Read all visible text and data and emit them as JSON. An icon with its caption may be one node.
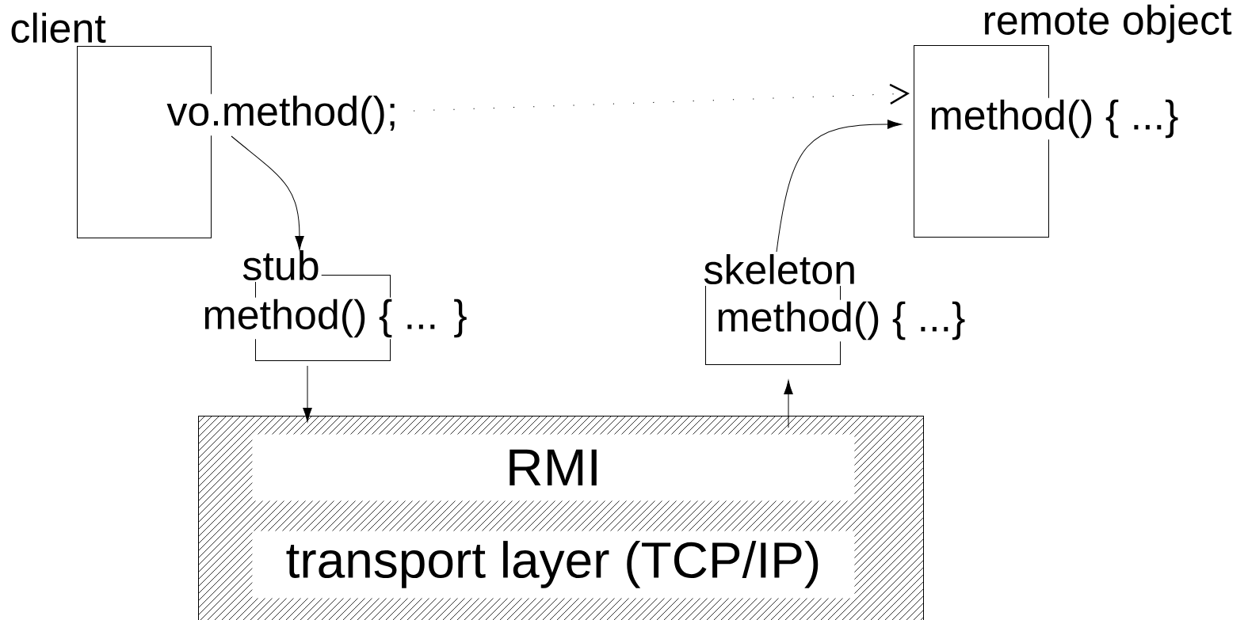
{
  "diagram": {
    "nodes": [
      {
        "text": [
          "client",
          "vo.method();"
        ]
      },
      {
        "text": [
          "remote object",
          "method() { ...}"
        ]
      },
      {
        "text": [
          "stub",
          "method() { ... }"
        ]
      },
      {
        "text": [
          "skeleton",
          "method()  { ...}"
        ]
      },
      {
        "text": [],
        "shape": "box"
      },
      {
        "text": [
          "RMI"
        ],
        "in": 4
      },
      {
        "text": [
          "transport layer (TCP/IP)"
        ],
        "in": 4
      }
    ],
    "edges": [
      {
        "from": 0,
        "to": 2,
        "arrow": "to"
      },
      {
        "from": 0,
        "to": 1,
        "arrow": "to",
        "style": "dashed"
      },
      {
        "from": 2,
        "to": 4,
        "arrow": "to"
      },
      {
        "from": 4,
        "to": 3,
        "arrow": "to"
      },
      {
        "from": 3,
        "to": 1,
        "arrow": "to"
      }
    ]
  }
}
